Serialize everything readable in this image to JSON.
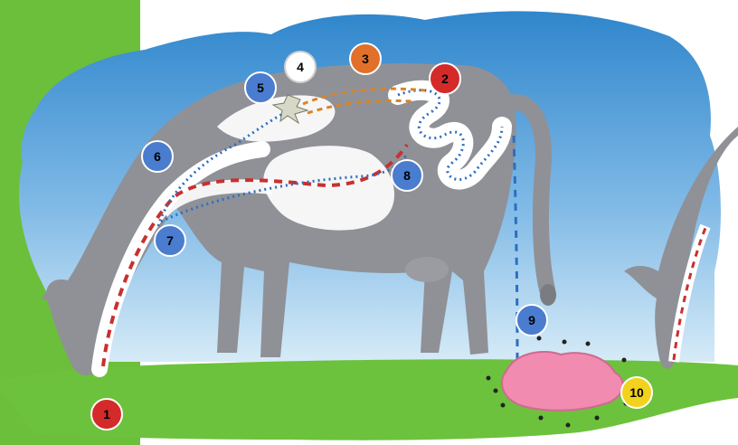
{
  "colors": {
    "left_bar": "#6cbf3a",
    "sky_top": "#2f86cc",
    "sky_bottom": "#cfe6f6",
    "grass": "#6cc23c",
    "cow": "#8f9197",
    "cow_dark": "#6e7077",
    "organ_fill": "#ffffff",
    "path_red": "#c83030",
    "path_blue": "#2c6fc0",
    "path_orange": "#d9832a",
    "dung": "#f28bb0"
  },
  "markers": [
    {
      "id": "1",
      "label": "1",
      "color": "#d42a2a",
      "text_color": "#000000"
    },
    {
      "id": "2",
      "label": "2",
      "color": "#d42a2a",
      "text_color": "#000000"
    },
    {
      "id": "3",
      "label": "3",
      "color": "#e0702a",
      "text_color": "#000000"
    },
    {
      "id": "4",
      "label": "4",
      "color": "#ffffff",
      "text_color": "#000000"
    },
    {
      "id": "5",
      "label": "5",
      "color": "#4a7ccf",
      "text_color": "#000000"
    },
    {
      "id": "6",
      "label": "6",
      "color": "#4a7ccf",
      "text_color": "#000000"
    },
    {
      "id": "7",
      "label": "7",
      "color": "#4a7ccf",
      "text_color": "#000000"
    },
    {
      "id": "8",
      "label": "8",
      "color": "#4a7ccf",
      "text_color": "#000000"
    },
    {
      "id": "9",
      "label": "9",
      "color": "#4a7ccf",
      "text_color": "#000000"
    },
    {
      "id": "10",
      "label": "10",
      "color": "#f2d21c",
      "text_color": "#000000"
    }
  ]
}
